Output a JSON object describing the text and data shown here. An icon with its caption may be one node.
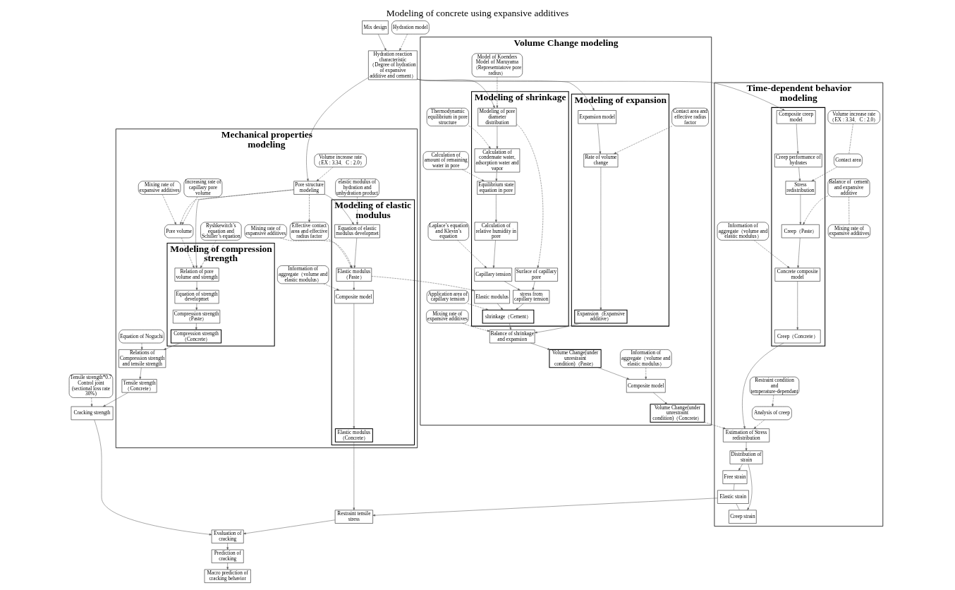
{
  "diagram": {
    "title": "Modeling of concrete using expansive additives",
    "nodes": [
      {
        "text": [
          "Mix design"
        ]
      },
      {
        "text": [
          "Hydration model"
        ]
      },
      {
        "text": [
          "Hydration reaction characteristic （Degree of hydration of expansive additive and cement）"
        ]
      },
      {
        "text": [
          "Mechanical properties modeling"
        ]
      },
      {
        "text": [
          "Mixing rate of expansive additives"
        ],
        "in": 3
      },
      {
        "text": [
          "Increasing rate of capillary pore volume"
        ],
        "in": 3
      },
      {
        "text": [
          "Pore structure modeling"
        ],
        "in": 3
      },
      {
        "text": [
          "Volume increase rate（EX : 3.34、C : 2.0）"
        ],
        "in": 3
      },
      {
        "text": [
          "Pore volume"
        ],
        "in": 3
      },
      {
        "text": [
          "Modeling of compression strength"
        ],
        "in": 3
      },
      {
        "text": [
          "Relation of pore volume and strength"
        ],
        "in": 9
      },
      {
        "text": [
          "Equation of strength developmet"
        ],
        "in": 9
      },
      {
        "text": [
          "Compression strength（Paste）"
        ],
        "in": 9
      },
      {
        "text": [
          "Compression strength（Concrete）"
        ],
        "in": 9
      },
      {
        "text": [
          "Modeling of elastic modulus"
        ],
        "in": 3
      },
      {
        "text": [
          "Equation of elastic modulus developmet"
        ],
        "in": 14
      },
      {
        "text": [
          "Elastic modulus（Paste）"
        ],
        "in": 14
      },
      {
        "text": [
          "Composite model"
        ],
        "in": 14
      },
      {
        "text": [
          "Elastic modulus（Concrete）"
        ],
        "in": 14
      },
      {
        "text": [
          "Ryshkewitch’s equation and Schiller’s equation"
        ],
        "in": 3
      },
      {
        "text": [
          "elastic modulus of hydration and unhydration product"
        ],
        "in": 3
      },
      {
        "text": [
          "Mixing rate of expansive additives"
        ],
        "in": 3
      },
      {
        "text": [
          "Effective contact area and effective radius factor"
        ],
        "in": 3
      },
      {
        "text": [
          "Information of aggregate（volume and elastic modulus）"
        ],
        "in": 3
      },
      {
        "text": [
          "Relations of Compression strength and tensile strength"
        ],
        "in": 3
      },
      {
        "text": [
          "Equation of Noguchi"
        ],
        "in": 3
      },
      {
        "text": [
          "Tensile strength（Concrete）"
        ],
        "in": 3
      },
      {
        "text": [
          "Volume Change modeling"
        ]
      },
      {
        "text": [
          "Model of Koenders Model of Maruyama（Represemtatove pore radius）"
        ],
        "in": 27
      },
      {
        "text": [
          "Thermodynamic equilibrium in pore structure"
        ],
        "in": 27
      },
      {
        "text": [
          "Calculation of amount of remaining water in pore"
        ],
        "in": 27
      },
      {
        "text": [
          "Laplace’s equation and Klevin’s equation"
        ],
        "in": 27
      },
      {
        "text": [
          "Application area of capillary tension"
        ],
        "in": 27
      },
      {
        "text": [
          "Modeling of shrinkage"
        ],
        "in": 27
      },
      {
        "text": [
          "Modeling of pore diameter distribution"
        ],
        "in": 33
      },
      {
        "text": [
          "Calculation of condensate water, adsorption water and vapor"
        ],
        "in": 33
      },
      {
        "text": [
          "Equilibrium state equation in pore"
        ],
        "in": 33
      },
      {
        "text": [
          "Calculation of relative humidity in pore"
        ],
        "in": 33
      },
      {
        "text": [
          "Capillary tension"
        ],
        "in": 33
      },
      {
        "text": [
          "Surface of capillary pore"
        ],
        "in": 33
      },
      {
        "text": [
          "Elastic modulus"
        ],
        "in": 33
      },
      {
        "text": [
          "stress from capillary tension"
        ],
        "in": 33
      },
      {
        "text": [
          "shrinkage（Cement）"
        ],
        "in": 33
      },
      {
        "text": [
          "Modeling of expansion"
        ],
        "in": 27
      },
      {
        "text": [
          "Expansion model"
        ],
        "in": 43
      },
      {
        "text": [
          "Rate of volume change"
        ],
        "in": 43
      },
      {
        "text": [
          "Expansion（Expansive additive）"
        ],
        "in": 43
      },
      {
        "text": [
          "Contact area and effective radius factor"
        ],
        "in": 27
      },
      {
        "text": [
          "Balance of shrinkage and expansion"
        ],
        "in": 27
      },
      {
        "text": [
          "Mixing rate of expansive additives"
        ],
        "in": 27
      },
      {
        "text": [
          "Volume Change(under unrestraint condition)（Paste）"
        ],
        "in": 27
      },
      {
        "text": [
          "Composite model"
        ],
        "in": 27
      },
      {
        "text": [
          "Information of aggregate（volume and elastic modulus）"
        ],
        "in": 27
      },
      {
        "text": [
          "Volume Change(under unrestraint condition)（Concrete）"
        ],
        "in": 27
      },
      {
        "text": [
          "Time-dependent behavior modeling"
        ]
      },
      {
        "text": [],
        "shape": "box",
        "in": 54
      },
      {
        "text": [
          "Composite creep model"
        ],
        "in": 55
      },
      {
        "text": [
          "Creep performance of hydrates"
        ],
        "in": 55
      },
      {
        "text": [
          "Stress redistribution"
        ],
        "in": 55
      },
      {
        "text": [
          "Creep（Paste）"
        ],
        "in": 55
      },
      {
        "text": [
          "Concrete composite model"
        ],
        "in": 55
      },
      {
        "text": [
          "Creep（Concrete）"
        ],
        "in": 55
      },
      {
        "text": [
          "Volume increase rate（EX : 3.34、C : 2.0）"
        ],
        "in": 54
      },
      {
        "text": [
          "Contact area"
        ],
        "in": 54
      },
      {
        "text": [
          "Balance of  cement and expansive additive"
        ],
        "in": 54
      },
      {
        "text": [
          "Mixing rate of expansive additives"
        ],
        "in": 54
      },
      {
        "text": [
          "Information of aggregate（volume and elastic modulus）"
        ],
        "in": 54
      },
      {
        "text": [
          "Analysis of creep"
        ],
        "in": 54
      },
      {
        "text": [
          "Restraint condition and temperature-dependant"
        ],
        "in": 54
      },
      {
        "text": [
          "Estimation of Stress redistribution"
        ],
        "in": 54
      },
      {
        "text": [
          "Distribution of strain"
        ],
        "in": 54
      },
      {
        "text": [
          "Free strain"
        ],
        "in": 54
      },
      {
        "text": [
          "Elastic strain"
        ],
        "in": 54
      },
      {
        "text": [
          "Creep strain"
        ],
        "in": 54
      },
      {
        "text": [
          "Cracking strength"
        ]
      },
      {
        "text": [
          "Tensile strength*0.7 Control joint (sectional loss rate 30%)"
        ]
      },
      {
        "text": [
          "Restraint tensile stress"
        ]
      },
      {
        "text": [
          "Evaluation of cracking"
        ]
      },
      {
        "text": [
          "Prediction of  cracking"
        ]
      },
      {
        "text": [
          "Macro prediction of cracking behavior"
        ]
      }
    ],
    "edges": [
      {
        "from": 0,
        "to": 2,
        "arrow": "to"
      },
      {
        "from": 1,
        "to": 2,
        "arrow": "to",
        "style": "dashed"
      },
      {
        "from": 2,
        "to": 6,
        "arrow": "to"
      },
      {
        "from": 2,
        "to": 34,
        "arrow": "to"
      },
      {
        "from": 2,
        "to": 44,
        "arrow": "to"
      },
      {
        "from": 2,
        "to": 56,
        "arrow": "to"
      },
      {
        "from": 4,
        "to": 8,
        "arrow": "to",
        "style": "dashed"
      },
      {
        "from": 5,
        "to": 8,
        "arrow": "to",
        "style": "dashed"
      },
      {
        "from": 6,
        "to": 8,
        "arrow": "to",
        "style": "dashed"
      },
      {
        "from": 7,
        "to": 6,
        "arrow": "to",
        "style": "dashed"
      },
      {
        "from": 6,
        "to": 10,
        "arrow": "to"
      },
      {
        "from": 6,
        "to": 15,
        "arrow": "to"
      },
      {
        "from": 6,
        "to": 22,
        "arrow": "to",
        "style": "dashed"
      },
      {
        "from": 8,
        "to": 10,
        "arrow": "to",
        "style": "dashed"
      },
      {
        "from": 19,
        "to": 10,
        "arrow": "to",
        "style": "dashed"
      },
      {
        "from": 10,
        "to": 11,
        "arrow": "to"
      },
      {
        "from": 11,
        "to": 12,
        "arrow": "to"
      },
      {
        "from": 12,
        "to": 13,
        "arrow": "to"
      },
      {
        "from": 13,
        "to": 24,
        "arrow": "to"
      },
      {
        "from": 25,
        "to": 24,
        "arrow": "to",
        "style": "dashed"
      },
      {
        "from": 24,
        "to": 26,
        "arrow": "to"
      },
      {
        "from": 20,
        "to": 15,
        "arrow": "to",
        "style": "dashed"
      },
      {
        "from": 21,
        "to": 16,
        "arrow": "to",
        "style": "dashed"
      },
      {
        "from": 22,
        "to": 16,
        "arrow": "to",
        "style": "dashed"
      },
      {
        "from": 23,
        "to": 17,
        "arrow": "to",
        "style": "dashed"
      },
      {
        "from": 15,
        "to": 16,
        "arrow": "to"
      },
      {
        "from": 16,
        "to": 17,
        "arrow": "to"
      },
      {
        "from": 17,
        "to": 18,
        "arrow": "to"
      },
      {
        "from": 16,
        "to": 40,
        "arrow": "to",
        "style": "dashed"
      },
      {
        "from": 28,
        "to": 34,
        "arrow": "to",
        "style": "dashed"
      },
      {
        "from": 29,
        "to": 35,
        "arrow": "to",
        "style": "dashed"
      },
      {
        "from": 30,
        "to": 36,
        "arrow": "to",
        "style": "dashed"
      },
      {
        "from": 31,
        "to": 38,
        "arrow": "to",
        "style": "dashed"
      },
      {
        "from": 32,
        "to": 42,
        "arrow": "to",
        "style": "dashed"
      },
      {
        "from": 34,
        "to": 35,
        "arrow": "to"
      },
      {
        "from": 35,
        "to": 36,
        "arrow": "to"
      },
      {
        "from": 36,
        "to": 37,
        "arrow": "to"
      },
      {
        "from": 37,
        "to": 38,
        "arrow": "to"
      },
      {
        "from": 34,
        "to": 39,
        "arrow": "to",
        "style": "dashed"
      },
      {
        "from": 38,
        "to": 41,
        "arrow": "to"
      },
      {
        "from": 39,
        "to": 41,
        "arrow": "to"
      },
      {
        "from": 40,
        "to": 42,
        "arrow": "to"
      },
      {
        "from": 41,
        "to": 42,
        "arrow": "to"
      },
      {
        "from": 44,
        "to": 45,
        "arrow": "to"
      },
      {
        "from": 47,
        "to": 45,
        "arrow": "to",
        "style": "dashed"
      },
      {
        "from": 45,
        "to": 46,
        "arrow": "to"
      },
      {
        "from": 42,
        "to": 48,
        "arrow": "to"
      },
      {
        "from": 46,
        "to": 48,
        "arrow": "to"
      },
      {
        "from": 49,
        "to": 48,
        "arrow": "to",
        "style": "dashed"
      },
      {
        "from": 48,
        "to": 50,
        "arrow": "to"
      },
      {
        "from": 50,
        "to": 51,
        "arrow": "to"
      },
      {
        "from": 52,
        "to": 51,
        "arrow": "to",
        "style": "dashed"
      },
      {
        "from": 51,
        "to": 53,
        "arrow": "to"
      },
      {
        "from": 53,
        "to": 69,
        "arrow": "to",
        "style": "dashed"
      },
      {
        "from": 56,
        "to": 57,
        "arrow": "to"
      },
      {
        "from": 57,
        "to": 58,
        "arrow": "to"
      },
      {
        "from": 63,
        "to": 58,
        "arrow": "to",
        "style": "dashed"
      },
      {
        "from": 58,
        "to": 59,
        "arrow": "to"
      },
      {
        "from": 64,
        "to": 59,
        "arrow": "to",
        "style": "dashed"
      },
      {
        "from": 59,
        "to": 60,
        "arrow": "to"
      },
      {
        "from": 66,
        "to": 60,
        "arrow": "to",
        "style": "dashed"
      },
      {
        "from": 60,
        "to": 61,
        "arrow": "to"
      },
      {
        "from": 62,
        "to": 63,
        "arrow": "none",
        "style": "dashed"
      },
      {
        "from": 64,
        "to": 65,
        "arrow": "none",
        "style": "dashed"
      },
      {
        "from": 68,
        "to": 67,
        "arrow": "to",
        "style": "dashed"
      },
      {
        "from": 61,
        "to": 69,
        "arrow": "to"
      },
      {
        "from": 67,
        "to": 69,
        "arrow": "to",
        "style": "dashed"
      },
      {
        "from": 69,
        "to": 70,
        "arrow": "to"
      },
      {
        "from": 70,
        "to": 71,
        "arrow": "to"
      },
      {
        "from": 70,
        "to": 73,
        "arrow": "to"
      },
      {
        "from": 71,
        "to": 72,
        "arrow": "none"
      },
      {
        "from": 72,
        "to": 73,
        "arrow": "none"
      },
      {
        "from": 18,
        "to": 76,
        "arrow": "to"
      },
      {
        "from": 72,
        "to": 76,
        "arrow": "to"
      },
      {
        "from": 26,
        "to": 74,
        "arrow": "to"
      },
      {
        "from": 75,
        "to": 74,
        "arrow": "to",
        "style": "dashed"
      },
      {
        "from": 74,
        "to": 77,
        "arrow": "to"
      },
      {
        "from": 76,
        "to": 77,
        "arrow": "to"
      },
      {
        "from": 77,
        "to": 78,
        "arrow": "to"
      },
      {
        "from": 78,
        "to": 79,
        "arrow": "to"
      }
    ]
  }
}
